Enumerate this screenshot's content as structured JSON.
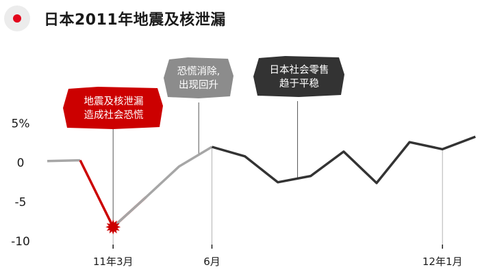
{
  "header": {
    "title": "日本2011年地震及核泄漏",
    "flag_color": "#e3061c"
  },
  "chart_data": {
    "type": "line",
    "title": "日本2011年地震及核泄漏",
    "y_ticks": [
      "5%",
      "0",
      "-5",
      "-10"
    ],
    "y_tick_values": [
      5,
      0,
      -5,
      -10
    ],
    "ylim": [
      -10,
      6
    ],
    "x_ticks": [
      {
        "label": "11年3月",
        "index": 2
      },
      {
        "label": "6月",
        "index": 5
      },
      {
        "label": "12年1月",
        "index": 12
      }
    ],
    "values": [
      0.2,
      0.3,
      -8.2,
      -4.4,
      -0.5,
      2.0,
      0.8,
      -2.5,
      -1.7,
      1.4,
      -2.6,
      2.6,
      1.7,
      3.3
    ],
    "segment_colors": [
      "#a6a6a6",
      "#cc0000",
      "#a6a6a6",
      "#333333"
    ],
    "grid": false,
    "annotations": [
      {
        "lines": [
          "地震及核泄漏",
          "造成社会恐慌"
        ],
        "index": 2,
        "color": "#cc0000"
      },
      {
        "lines": [
          "恐慌消除,",
          "出现回升"
        ],
        "index": 4.6,
        "color": "#8c8c8c"
      },
      {
        "lines": [
          "日本社会零售",
          "趋于平稳"
        ],
        "index": 7.6,
        "color": "#333333"
      }
    ]
  }
}
